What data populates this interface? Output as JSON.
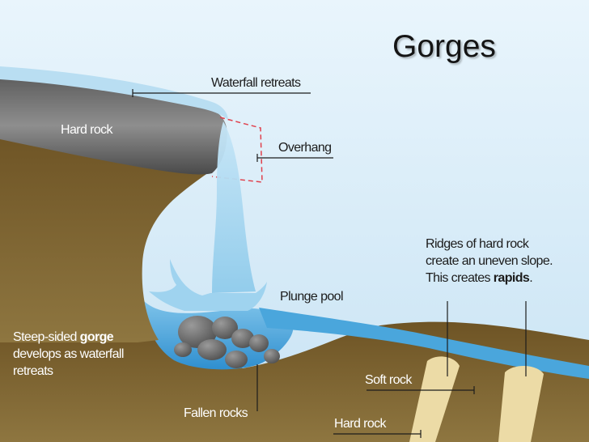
{
  "title": "Gorges",
  "labels": {
    "waterfall_retreats": "Waterfall retreats",
    "hard_rock_top": "Hard rock",
    "overhang": "Overhang",
    "plunge_pool": "Plunge pool",
    "fallen_rocks": "Fallen rocks",
    "soft_rock": "Soft rock",
    "hard_rock_bottom": "Hard rock",
    "gorge_line1_pre": "Steep-sided ",
    "gorge_line1_bold": "gorge",
    "gorge_line2": "develops as waterfall",
    "gorge_line3": "retreats",
    "ridges_line1": "Ridges of hard rock",
    "ridges_line2": "create an uneven slope.",
    "ridges_line3_pre": "This creates ",
    "ridges_line3_bold": "rapids",
    "ridges_line3_post": "."
  },
  "colors": {
    "sky": "#dcedf8",
    "ground": "#7a6230",
    "ground_dark": "#5a4418",
    "hard_rock": "#8a8a8a",
    "water": "#a9d6f0",
    "pool": "#4aa6dc",
    "ridge": "#ecdba6",
    "overhang_outline": "#e0404c"
  }
}
